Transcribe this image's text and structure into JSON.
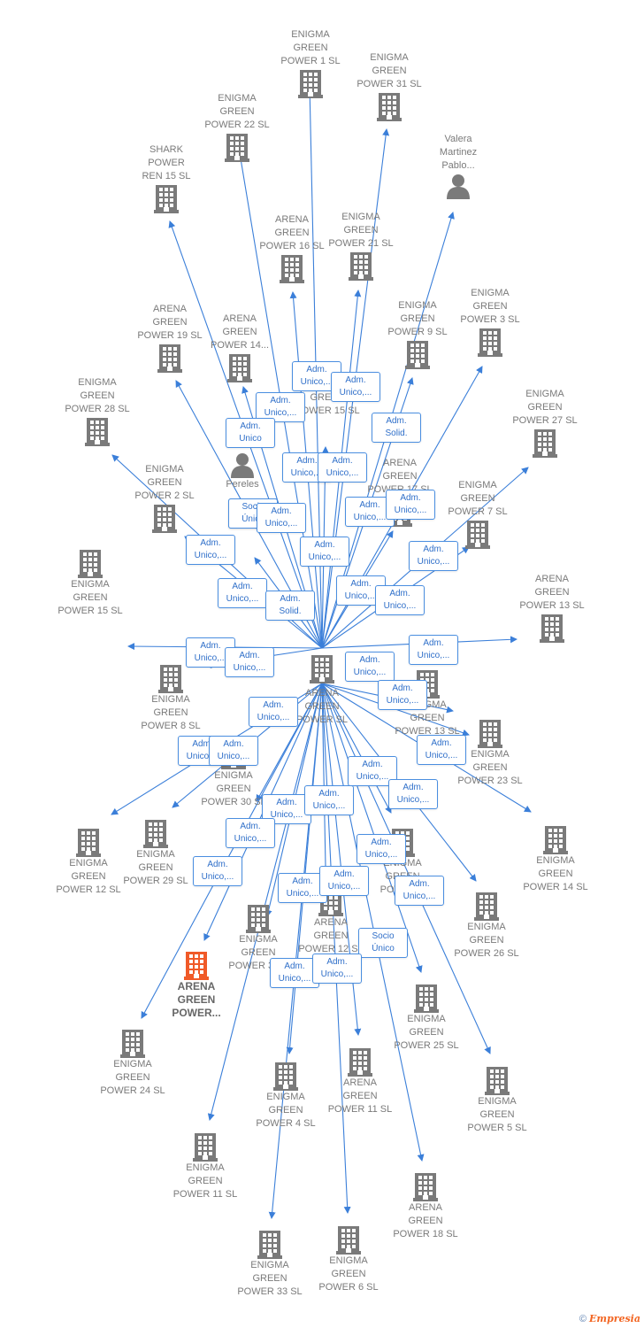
{
  "colors": {
    "edge": "#3b7fd9",
    "building": "#7a7a7a",
    "focus_building": "#f05a28",
    "person": "#7a7a7a"
  },
  "center": {
    "label": "ARENA\nGREEN\nPOWER  SL",
    "icon": "building-icon"
  },
  "nodes": [
    {
      "id": "n1",
      "label": "ENIGMA\nGREEN\nPOWER 1  SL",
      "icon": "building-icon"
    },
    {
      "id": "n2",
      "label": "ENIGMA\nGREEN\nPOWER 31  SL",
      "icon": "building-icon"
    },
    {
      "id": "n3",
      "label": "ENIGMA\nGREEN\nPOWER 22  SL",
      "icon": "building-icon"
    },
    {
      "id": "n4",
      "label": "SHARK\nPOWER\nREN 15  SL",
      "icon": "building-icon"
    },
    {
      "id": "n5",
      "label": "Valera\nMartinez\nPablo...",
      "icon": "person-icon"
    },
    {
      "id": "n6",
      "label": "ARENA\nGREEN\nPOWER 16  SL",
      "icon": "building-icon"
    },
    {
      "id": "n7",
      "label": "ENIGMA\nGREEN\nPOWER 21  SL",
      "icon": "building-icon"
    },
    {
      "id": "n8",
      "label": "ENIGMA\nGREEN\nPOWER 3  SL",
      "icon": "building-icon"
    },
    {
      "id": "n9",
      "label": "ARENA\nGREEN\nPOWER 19  SL",
      "icon": "building-icon"
    },
    {
      "id": "n10",
      "label": "ARENA\nGREEN\nPOWER 14...",
      "icon": "building-icon"
    },
    {
      "id": "n11",
      "label": "ENIGMA\nGREEN\nPOWER 9  SL",
      "icon": "building-icon"
    },
    {
      "id": "n12",
      "label": "ENIGMA\nGREEN\nPOWER 27  SL",
      "icon": "building-icon"
    },
    {
      "id": "n13",
      "label": "ENIGMA\nGREEN\nPOWER 28  SL",
      "icon": "building-icon"
    },
    {
      "id": "n14",
      "label": "GREEN\nPOWER 15  SL",
      "icon": "building-icon"
    },
    {
      "id": "n15",
      "label": "ENIGMA\nGREEN\nPOWER 2  SL",
      "icon": "building-icon"
    },
    {
      "id": "n16",
      "label": "Pereles",
      "icon": "person-icon"
    },
    {
      "id": "n17",
      "label": "ARENA\nGREEN\nPOWER 17  SL",
      "icon": "building-icon"
    },
    {
      "id": "n18",
      "label": "ENIGMA\nGREEN\nPOWER 7  SL",
      "icon": "building-icon"
    },
    {
      "id": "n19",
      "label": "ENIGMA\nGREEN\nPOWER 15  SL",
      "icon": "building-icon"
    },
    {
      "id": "n20",
      "label": "ARENA\nGREEN\nPOWER 13  SL",
      "icon": "building-icon"
    },
    {
      "id": "n21",
      "label": "ENIGMA\nGREEN\nPOWER 8  SL",
      "icon": "building-icon"
    },
    {
      "id": "n22",
      "label": "ENIGMA\nGREEN\nPOWER 13  SL",
      "icon": "building-icon"
    },
    {
      "id": "n23",
      "label": "ENIGMA\nGREEN\nPOWER 23  SL",
      "icon": "building-icon"
    },
    {
      "id": "n24",
      "label": "ENIGMA\nGREEN\nPOWER 30  SL",
      "icon": "building-icon"
    },
    {
      "id": "n25",
      "label": "ENIGMA\nGREEN\nPOWER 12  SL",
      "icon": "building-icon"
    },
    {
      "id": "n26",
      "label": "ENIGMA\nGREEN\nPOWER 29  SL",
      "icon": "building-icon"
    },
    {
      "id": "n27",
      "label": "ENIGMA\nGREEN\nPOWER 14  SL",
      "icon": "building-icon"
    },
    {
      "id": "n28",
      "label": "ENIGMA\nGREEN\nPOWER 26  SL",
      "icon": "building-icon"
    },
    {
      "id": "n29",
      "label": "ENIGMA\nGREEN\nPOWER...",
      "icon": "building-icon"
    },
    {
      "id": "n30",
      "label": "ENIGMA\nGREEN\nPOWER 3  SL",
      "icon": "building-icon"
    },
    {
      "id": "n31",
      "label": "ARENA\nGREEN\nPOWER 12  SL",
      "icon": "building-icon"
    },
    {
      "id": "n32",
      "label": "ARENA\nGREEN\nPOWER...",
      "icon": "building-icon",
      "focus": true
    },
    {
      "id": "n33",
      "label": "ENIGMA\nGREEN\nPOWER 25  SL",
      "icon": "building-icon"
    },
    {
      "id": "n34",
      "label": "ENIGMA\nGREEN\nPOWER 24  SL",
      "icon": "building-icon"
    },
    {
      "id": "n35",
      "label": "ENIGMA\nGREEN\nPOWER 4  SL",
      "icon": "building-icon"
    },
    {
      "id": "n36",
      "label": "ARENA\nGREEN\nPOWER 11  SL",
      "icon": "building-icon"
    },
    {
      "id": "n37",
      "label": "ENIGMA\nGREEN\nPOWER 5  SL",
      "icon": "building-icon"
    },
    {
      "id": "n38",
      "label": "ENIGMA\nGREEN\nPOWER 11  SL",
      "icon": "building-icon"
    },
    {
      "id": "n39",
      "label": "ARENA\nGREEN\nPOWER 18  SL",
      "icon": "building-icon"
    },
    {
      "id": "n40",
      "label": "ENIGMA\nGREEN\nPOWER 33  SL",
      "icon": "building-icon"
    },
    {
      "id": "n41",
      "label": "ENIGMA\nGREEN\nPOWER 6  SL",
      "icon": "building-icon"
    }
  ],
  "badges": [
    "Adm.\nUnico,...",
    "Adm.\nUnico,...",
    "Adm.\nUnico,...",
    "Adm.\nUnico",
    "Adm.\nSolid.",
    "Adm.\nUnico,...",
    "Adm.\nUnico,...",
    "Adm.\nUnico,...",
    "Socio\nÚnico",
    "Adm.\nUnico,...",
    "Adm.\nUnico,...",
    "Adm.\nUnico,...",
    "Adm.\nUnico,...",
    "Adm.\nUnico,...",
    "Adm.\nUnico,...",
    "Adm.\nUnico,...",
    "Adm.\nSolid.",
    "Adm.\nUnico,...",
    "Adm.\nUnico,...",
    "Adm.\nUnico,...",
    "Adm.\nUnico,...",
    "Adm.\nUnico,...",
    "Adm.\nUnico,...",
    "Adm.\nUnico,...",
    "Adm.\nUnico,...",
    "Adm.\nUnico,...",
    "Adm.\nUnico,...",
    "Adm.\nUnico,...",
    "Adm.\nUnico,...",
    "Adm.\nUnico,...",
    "Adm.\nUnico,...",
    "Adm.\nUnico,...",
    "Adm.\nUnico,...",
    "Adm.\nUnico,...",
    "Adm.\nUnico,...",
    "Adm.\nUnico,...",
    "Adm.\nUnico,...",
    "Adm.\nUnico,...",
    "Socio\nÚnico",
    "Adm.\nUnico,...",
    "Adm.\nUnico,..."
  ],
  "footer": {
    "copyright": "©",
    "brand": "Empresia"
  }
}
